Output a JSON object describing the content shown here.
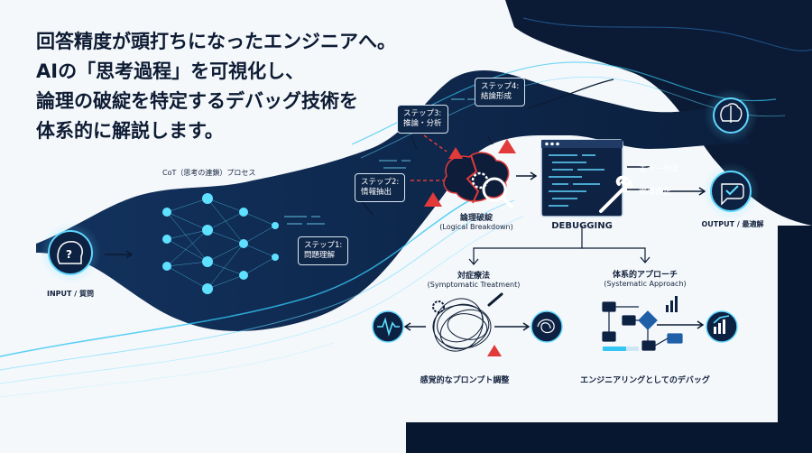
{
  "headline": {
    "line1": "回答精度が頭打ちになったエンジニアへ。",
    "line2": "AIの「思考過程」を可視化し、",
    "line3": "論理の破綻を特定するデバッグ技術を",
    "line4": "体系的に解説します。"
  },
  "process_label": "CoT（思考の連鎖）プロセス",
  "input_label": "INPUT / 質問",
  "output_label": "OUTPUT / 最適解",
  "steps": [
    {
      "title": "ステップ1:",
      "desc": "問題理解"
    },
    {
      "title": "ステップ2:",
      "desc": "情報抽出"
    },
    {
      "title": "ステップ3:",
      "desc": "推論・分析"
    },
    {
      "title": "ステップ4:",
      "desc": "結論形成"
    }
  ],
  "breakdown": {
    "title": "論理破綻",
    "subtitle": "(Logical Breakdown)"
  },
  "debugging_label": "DEBUGGING",
  "error_identify_label": "エラー特定",
  "logic_fix_label": "論理修正",
  "symptomatic": {
    "title": "対症療法",
    "subtitle": "(Symptomatic Treatment)",
    "caption": "感覚的なプロンプト調整"
  },
  "systematic": {
    "title": "体系的アプローチ",
    "subtitle": "(Systematic Approach)",
    "caption": "エンジニアリングとしてのデバッグ"
  },
  "colors": {
    "navy": "#0d2142",
    "deep_navy": "#081730",
    "accent_cyan": "#34c6f4",
    "warning_red": "#e23a3a",
    "page_bg": "#f4f8fb"
  }
}
